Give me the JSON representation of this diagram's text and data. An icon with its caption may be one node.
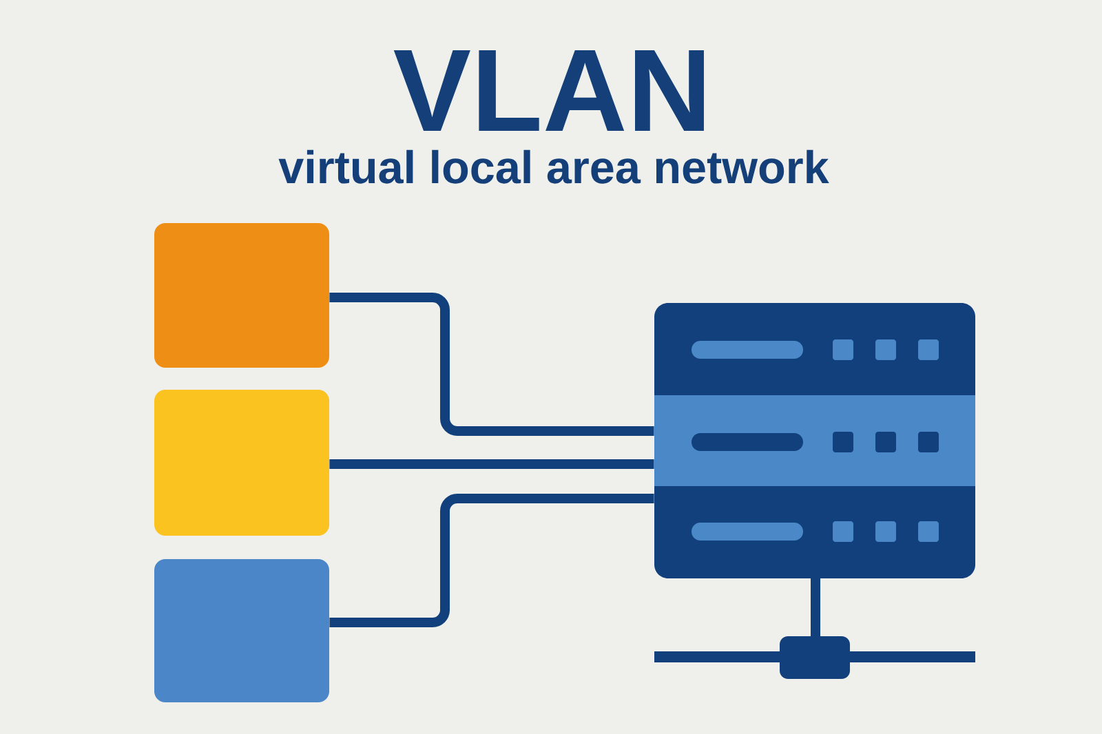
{
  "diagram": {
    "title": "VLAN",
    "nodes": [
      {
        "text": [],
        "shape": "box"
      },
      {
        "text": [],
        "shape": "box"
      },
      {
        "text": [],
        "shape": "box"
      },
      {
        "text": [],
        "shape": "server"
      }
    ],
    "edges": [
      {
        "from": 0,
        "to": 3,
        "arrow": "none"
      },
      {
        "from": 1,
        "to": 3,
        "arrow": "none"
      },
      {
        "from": 2,
        "to": 3,
        "arrow": "none"
      }
    ],
    "labels": [
      "virtual local area network"
    ]
  }
}
